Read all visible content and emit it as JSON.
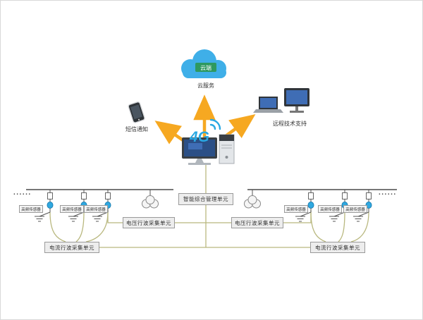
{
  "cloud": {
    "badge": "云端",
    "service_label": "云服务"
  },
  "devices": {
    "sms_label": "短信通知",
    "remote_label": "远程技术支持",
    "network_label": "4G"
  },
  "units": {
    "management": "智能综合管理单元",
    "voltage_left": "电压行波采集单元",
    "voltage_right": "电压行波采集单元",
    "current_left": "电流行波采集单元",
    "current_right": "电流行波采集单元"
  },
  "sensors": {
    "labels": [
      "高频传感器",
      "高频传感器",
      "高频传感器",
      "高频传感器",
      "高频传感器",
      "高频传感器"
    ]
  },
  "ellipsis": {
    "left": "......",
    "right": "......"
  },
  "colors": {
    "cloud_blue": "#3fafe8",
    "badge_green": "#2e9960",
    "arrow_yellow": "#f6a821",
    "accent_blue": "#29a8e2",
    "connector_khaki": "#b9b87f",
    "line_gray": "#4a4a4a",
    "box_bg": "#ededed",
    "box_border": "#9a9a9a"
  }
}
